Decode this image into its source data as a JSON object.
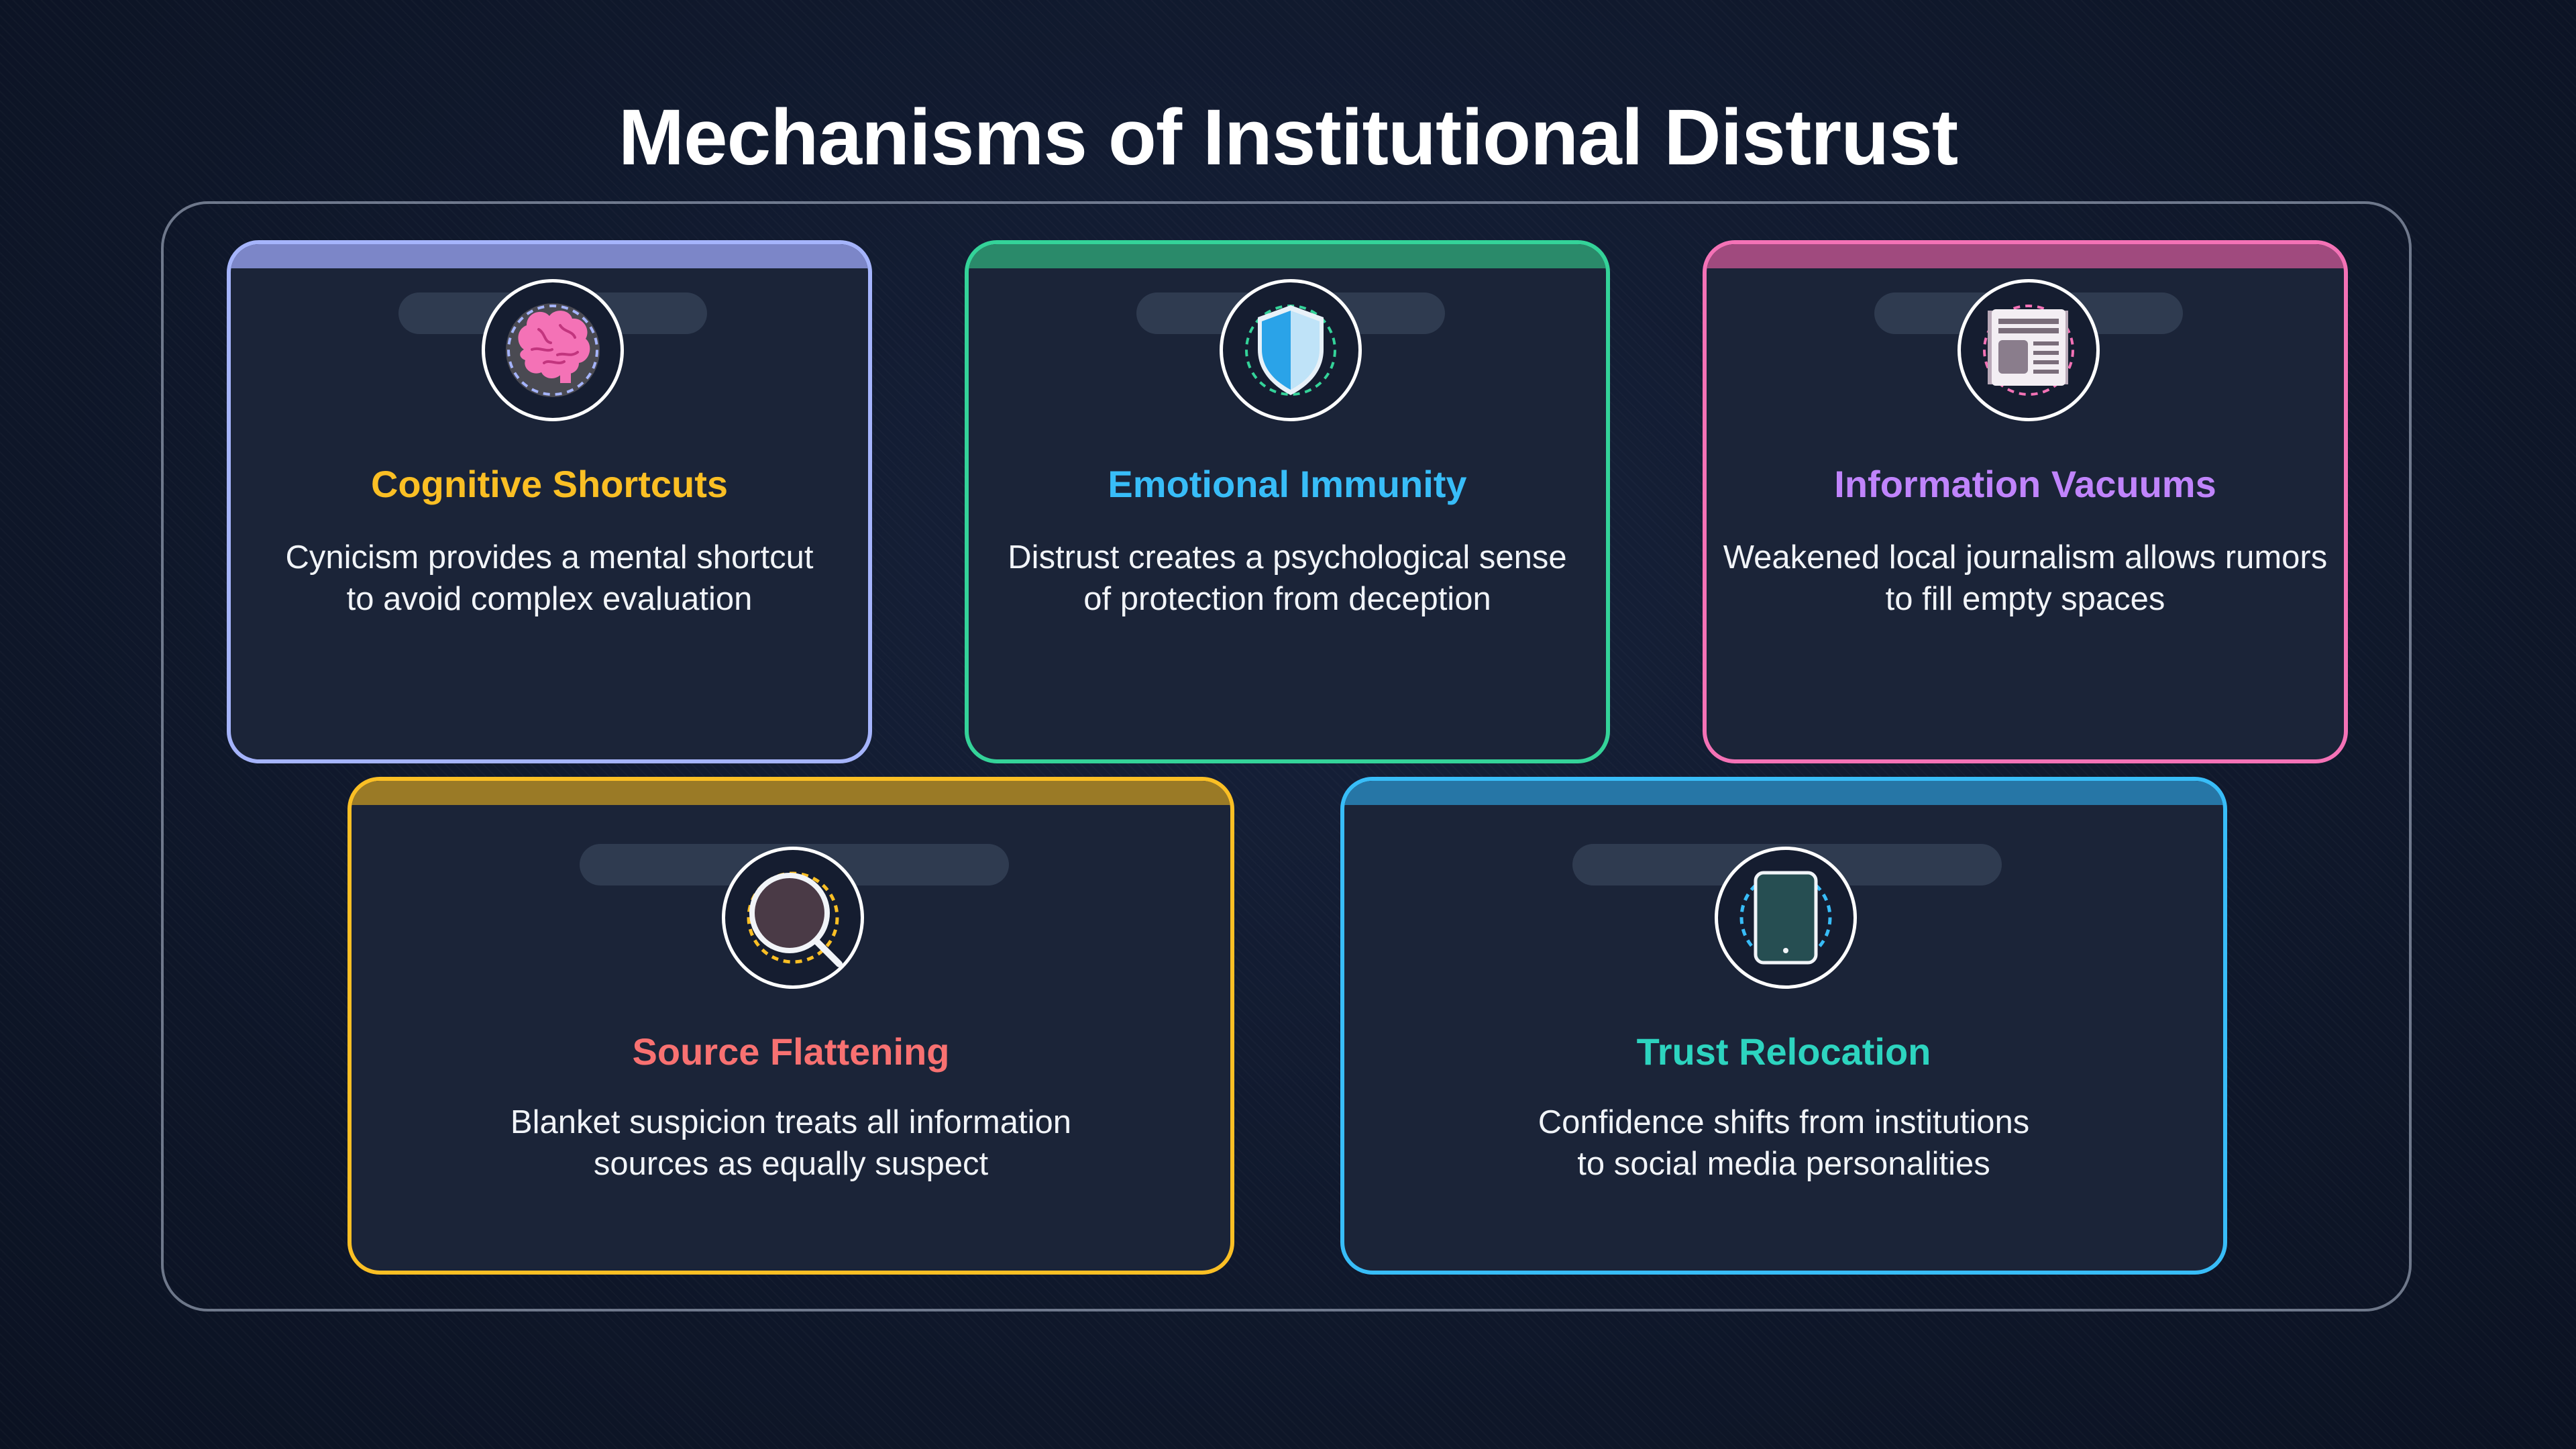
{
  "title": "Mechanisms of Institutional Distrust",
  "cards": [
    {
      "title": "Cognitive Shortcuts",
      "description": "Cynicism provides a mental shortcut\nto avoid complex evaluation",
      "title_color": "#fbbf24",
      "border_color": "#a5b4fc",
      "icon": "brain-icon"
    },
    {
      "title": "Emotional Immunity",
      "description": "Distrust creates a psychological sense\nof protection from deception",
      "title_color": "#38bdf8",
      "border_color": "#34d399",
      "icon": "shield-icon"
    },
    {
      "title": "Information Vacuums",
      "description": "Weakened local journalism allows rumors\nto fill empty spaces",
      "title_color": "#c084fc",
      "border_color": "#f472b6",
      "icon": "newspaper-icon"
    },
    {
      "title": "Source Flattening",
      "description": "Blanket suspicion treats all information\nsources as equally suspect",
      "title_color": "#f87171",
      "border_color": "#fbbf24",
      "icon": "magnifying-glass-icon"
    },
    {
      "title": "Trust Relocation",
      "description": "Confidence shifts from institutions\nto social media personalities",
      "title_color": "#2dd4bf",
      "border_color": "#38bdf8",
      "icon": "smartphone-icon"
    }
  ]
}
